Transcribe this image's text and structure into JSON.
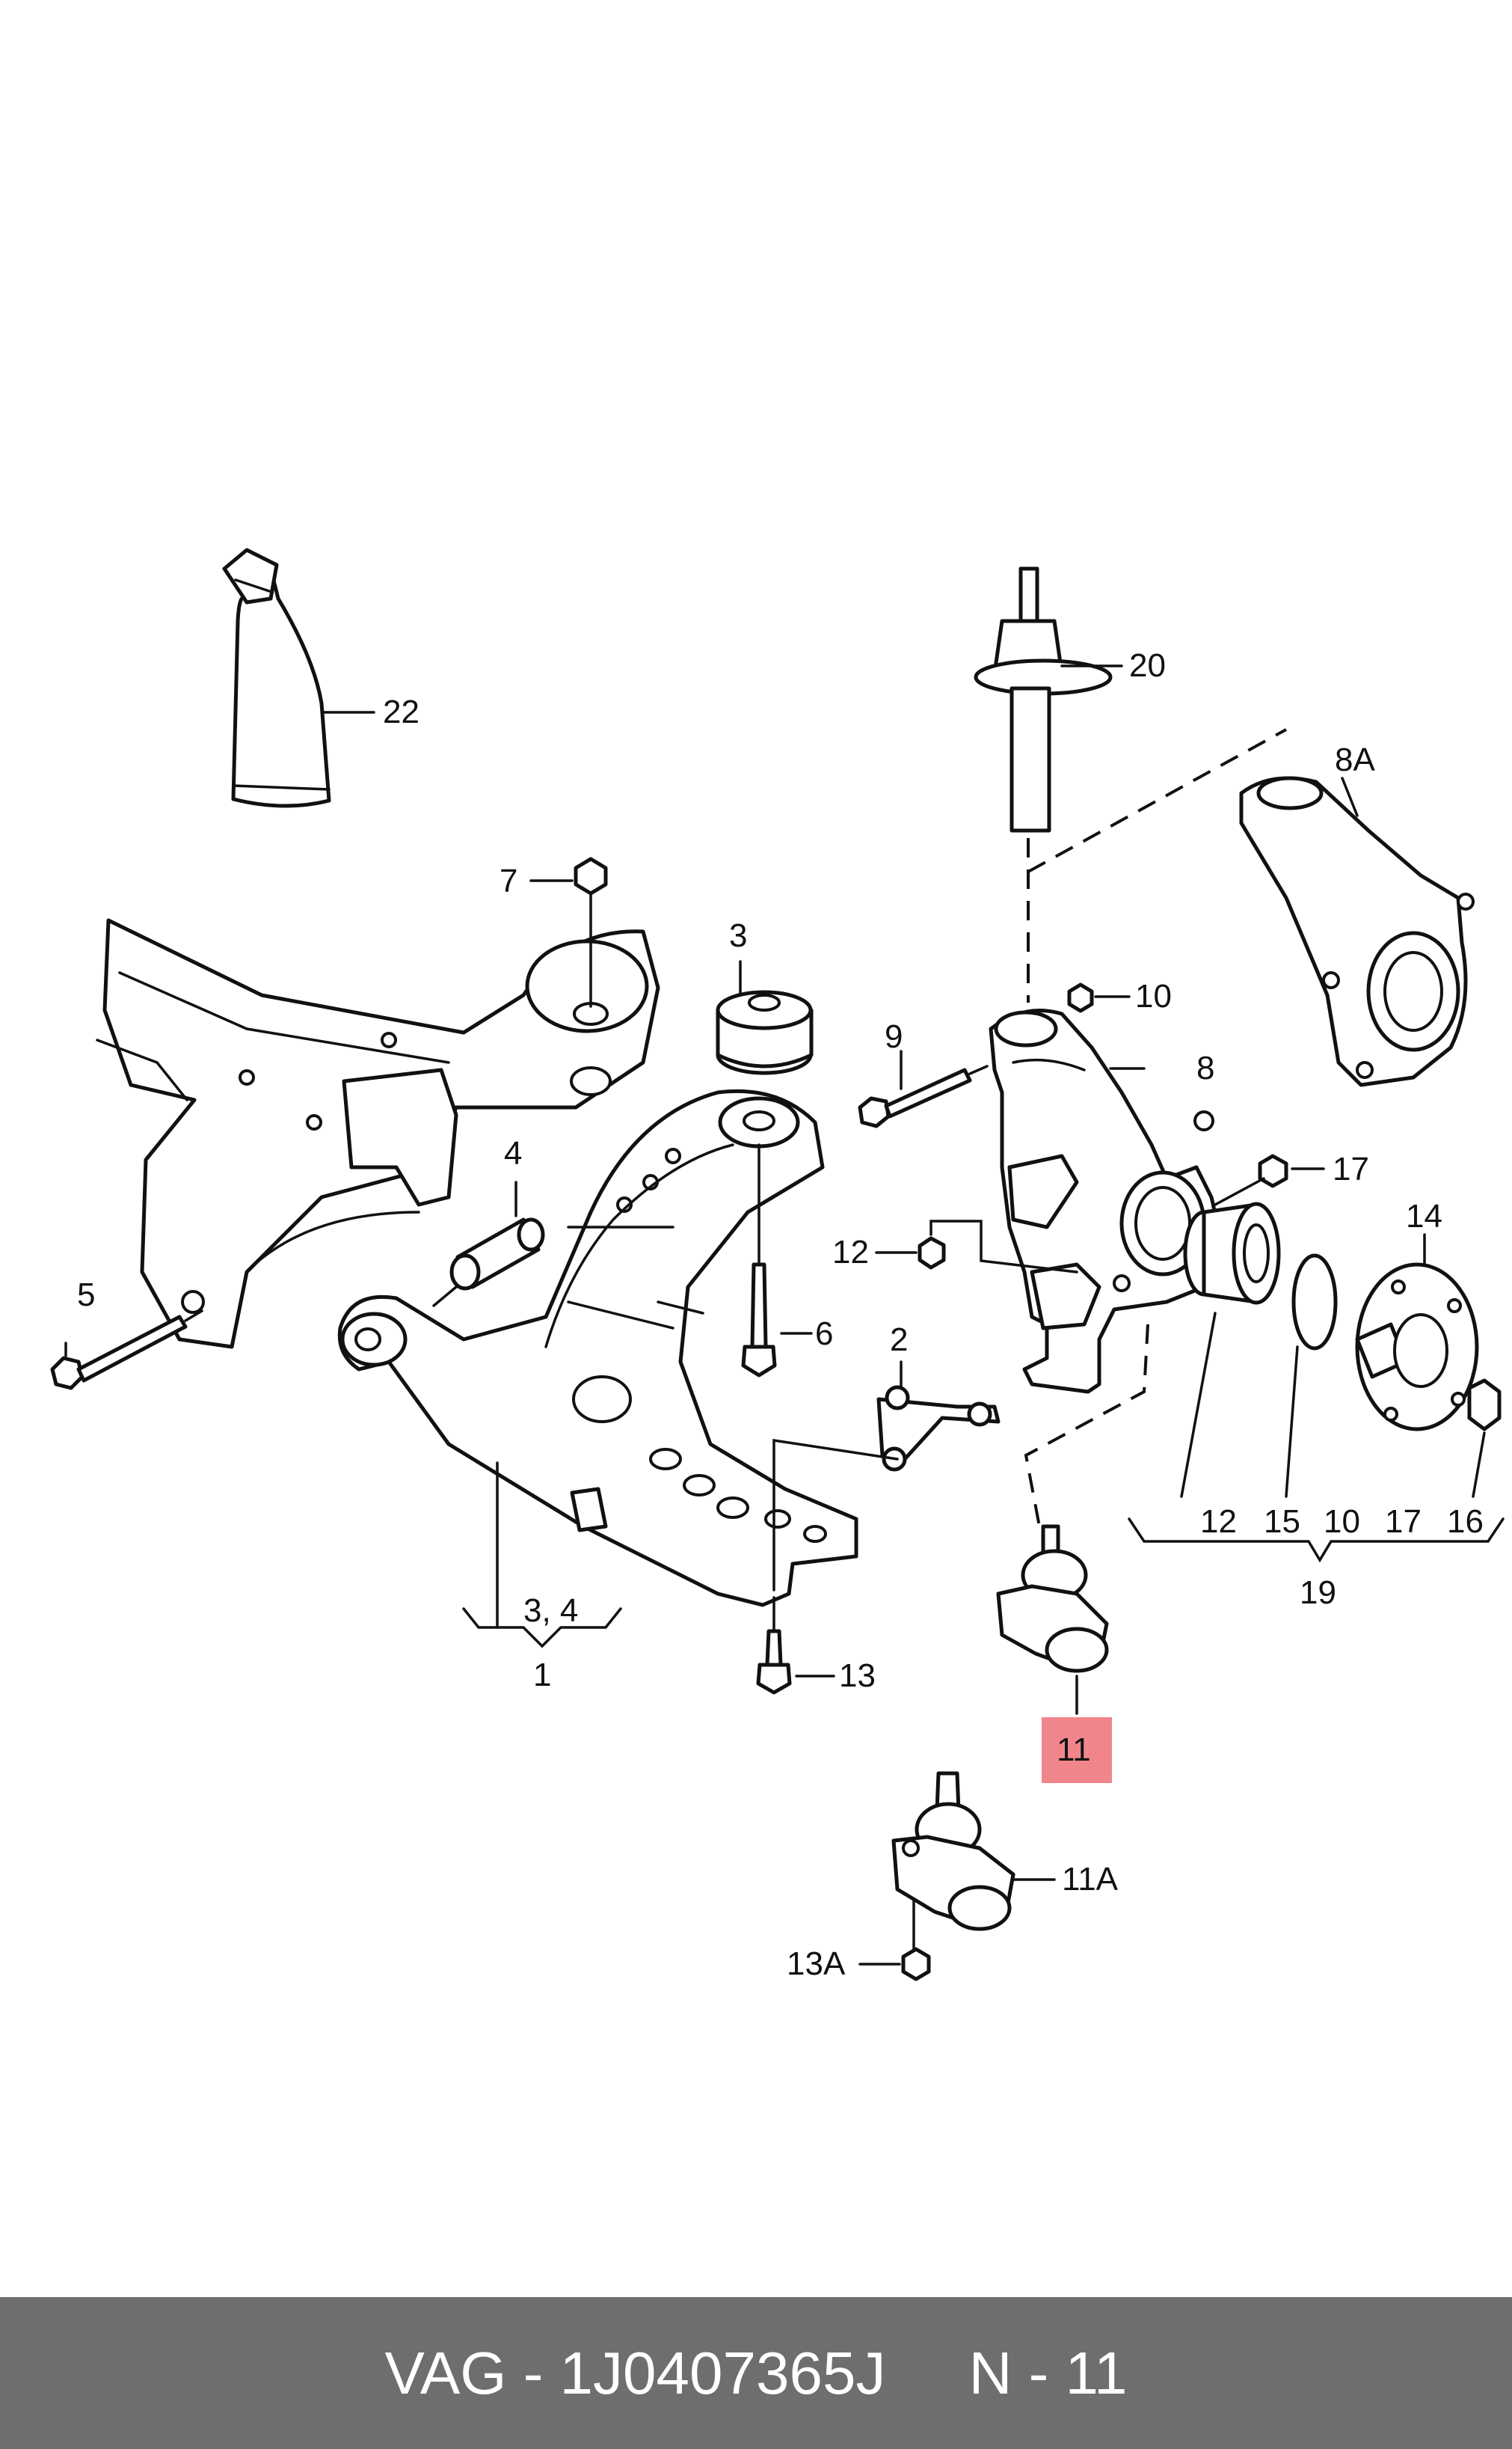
{
  "labels": {
    "l22": "22",
    "l20": "20",
    "l8a": "8A",
    "l7": "7",
    "l3": "3",
    "l10": "10",
    "l9": "9",
    "l8": "8",
    "l4": "4",
    "l17": "17",
    "l14": "14",
    "l12": "12",
    "l5": "5",
    "l6": "6",
    "l2": "2",
    "l34": "3,  4",
    "l1": "1",
    "l13": "13",
    "l11": "11",
    "l11a": "11A",
    "l13a": "13A",
    "b12": "12",
    "b15": "15",
    "b10": "10",
    "b17": "17",
    "b16": "16",
    "l19": "19"
  },
  "highlight_color": "#f0868b",
  "footer": {
    "text": "VAG - 1J0407365J     N - 11"
  }
}
